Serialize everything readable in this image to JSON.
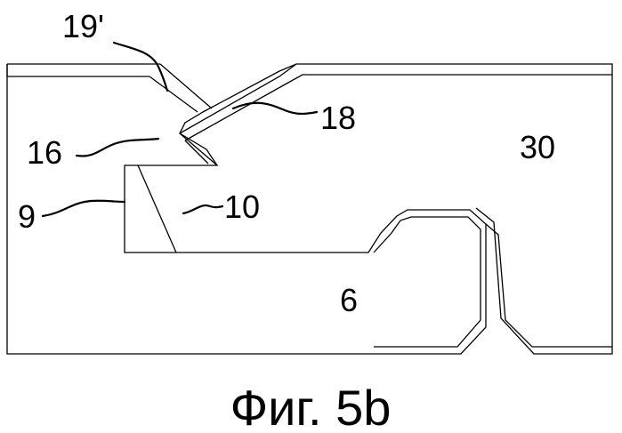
{
  "diagram": {
    "labels": {
      "l19p": "19'",
      "l18": "18",
      "l30": "30",
      "l16": "16",
      "l9": "9",
      "l10": "10",
      "l6": "6"
    },
    "caption": "Фиг. 5b",
    "line_color": "#000000",
    "background": "#ffffff"
  }
}
